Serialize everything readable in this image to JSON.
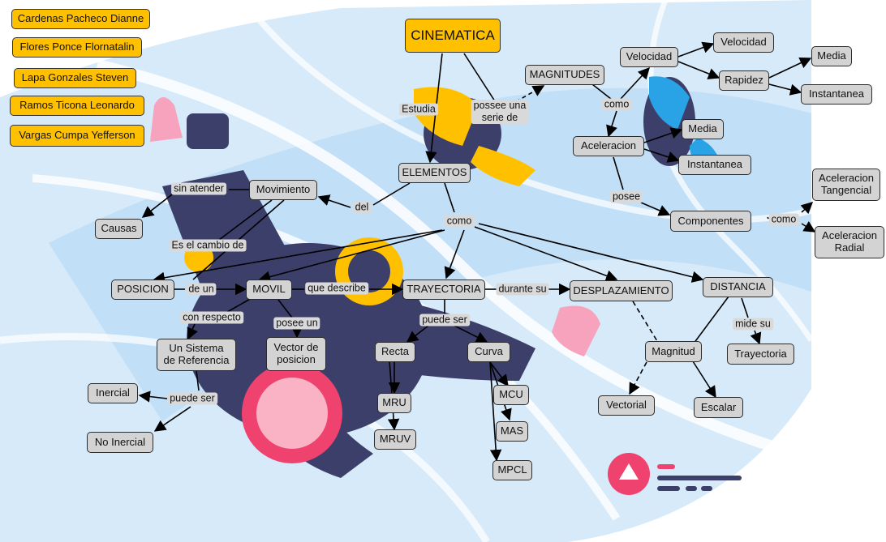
{
  "authors": [
    "Cardenas Pacheco Dianne",
    "Flores Ponce Flornatalin",
    "Lapa Gonzales Steven",
    "Ramos Ticona Leonardo",
    "Vargas Cumpa Yefferson"
  ],
  "nodes": {
    "cinematica": "CINEMATICA",
    "magnitudes": "MAGNITUDES",
    "velocidad_main": "Velocidad",
    "velocidad_sub": "Velocidad",
    "rapidez": "Rapidez",
    "media_rapidez": "Media",
    "instantanea_rapidez": "Instantanea",
    "aceleracion": "Aceleracion",
    "media_acel": "Media",
    "instantanea_acel": "Instantanea",
    "elementos": "ELEMENTOS",
    "componentes": "Componentes",
    "acel_tangencial": "Aceleracion\nTangencial",
    "acel_radial": "Aceleracion\nRadial",
    "movimiento": "Movimiento",
    "causas": "Causas",
    "posicion": "POSICION",
    "movil": "MOVIL",
    "trayectoria": "TRAYECTORIA",
    "desplazamiento": "DESPLAZAMIENTO",
    "distancia": "DISTANCIA",
    "sistema_referencia": "Un Sistema\nde Referencia",
    "vector_posicion": "Vector de\nposicion",
    "recta": "Recta",
    "curva": "Curva",
    "mru": "MRU",
    "mruv": "MRUV",
    "mcu": "MCU",
    "mas": "MAS",
    "mpcl": "MPCL",
    "magnitud": "Magnitud",
    "vectorial": "Vectorial",
    "escalar": "Escalar",
    "trayectoria_sub": "Trayectoria",
    "inercial": "Inercial",
    "no_inercial": "No Inercial"
  },
  "labels": {
    "estudia": "Estudia",
    "posee_serie": "possee una\nserie de",
    "como_mag": "como",
    "posee": "posee",
    "como_comp": "como",
    "del": "del",
    "sin_atender": "sin atender",
    "cambio": "Es el cambio de",
    "como_elem": "como",
    "de_un": "de un",
    "que_describe": "que describe",
    "durante_su": "durante su",
    "con_respecto": "con respecto",
    "posee_un": "posee un",
    "puede_ser_tray": "puede ser",
    "mide_su": "mide su",
    "puede_ser_ref": "puede ser"
  },
  "colors": {
    "node_fill": "#d3d3d3",
    "author_fill": "#ffc000",
    "title_fill": "#ffc000",
    "accent_pink": "#f0426e",
    "sky": "#d6eaf9",
    "suit": "#3d3f6b"
  }
}
